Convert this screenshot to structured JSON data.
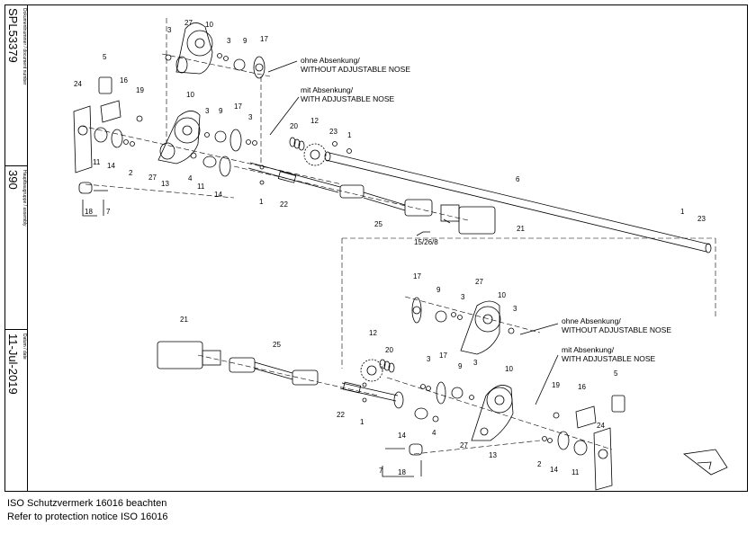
{
  "sidebar": {
    "doc_label": "Dokumentnummer / document number",
    "doc_value": "SPL53379",
    "assembly_label": "Hauptbaugruppe / assembly",
    "assembly_value": "390",
    "date_label": "Datum / date",
    "date_value": "11-Jul-2019"
  },
  "callouts_top": {
    "ohne_de": "ohne Absenkung/",
    "ohne_en": "WITHOUT ADJUSTABLE NOSE",
    "mit_de": "mit Absenkung/",
    "mit_en": "WITH ADJUSTABLE NOSE"
  },
  "callouts_bottom": {
    "ohne_de": "ohne Absenkung/",
    "ohne_en": "WITHOUT ADJUSTABLE NOSE",
    "mit_de": "mit Absenkung/",
    "mit_en": "WITH ADJUSTABLE NOSE"
  },
  "parts_top": [
    "3",
    "27",
    "10",
    "3",
    "9",
    "17",
    "5",
    "16",
    "24",
    "19",
    "10",
    "3",
    "9",
    "17",
    "3",
    "20",
    "12",
    "23",
    "1",
    "11",
    "14",
    "2",
    "27",
    "13",
    "4",
    "11",
    "14",
    "6",
    "18",
    "7",
    "1",
    "22",
    "25",
    "1",
    "23",
    "21",
    "15/26/8"
  ],
  "parts_bottom": [
    "17",
    "9",
    "3",
    "27",
    "10",
    "3",
    "12",
    "20",
    "21",
    "25",
    "3",
    "17",
    "9",
    "3",
    "10",
    "19",
    "16",
    "5",
    "22",
    "1",
    "14",
    "4",
    "24",
    "27",
    "13",
    "2",
    "14",
    "11",
    "7",
    "18"
  ],
  "footer": {
    "line1": "ISO Schutzvermerk 16016 beachten",
    "line2": "Refer to protection notice ISO 16016"
  }
}
